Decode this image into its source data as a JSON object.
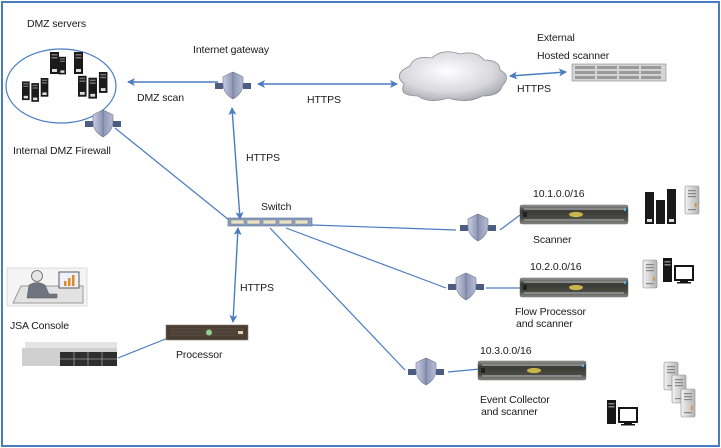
{
  "diagram": {
    "colors": {
      "border": "#4a7cc2",
      "connection": "#4a7cc2",
      "firewall": "#9aa3bf",
      "cloud": "#d8d8dc"
    },
    "nodes": {
      "dmz_servers": {
        "label": "DMZ servers"
      },
      "internet_gateway": {
        "label": "Internet gateway"
      },
      "internal_dmz_firewall": {
        "label": "Internal DMZ Firewall"
      },
      "external_scanner": {
        "label_line1": "External",
        "label_line2": "Hosted scanner"
      },
      "switch": {
        "label": "Switch"
      },
      "scanner": {
        "subnet": "10.1.0.0/16",
        "label": "Scanner"
      },
      "flow_processor": {
        "subnet": "10.2.0.0/16",
        "label_line1": "Flow Processor",
        "label_line2": "and scanner"
      },
      "event_collector": {
        "subnet": "10.3.0.0/16",
        "label_line1": "Event Collector",
        "label_line2": "and scanner"
      },
      "jsa_console": {
        "label": "JSA Console"
      },
      "processor": {
        "label": "Processor"
      }
    },
    "edges": {
      "dmz_scan": "DMZ scan",
      "gateway_cloud": "HTTPS",
      "cloud_external": "HTTPS",
      "gateway_switch": "HTTPS",
      "switch_processor": "HTTPS"
    }
  }
}
